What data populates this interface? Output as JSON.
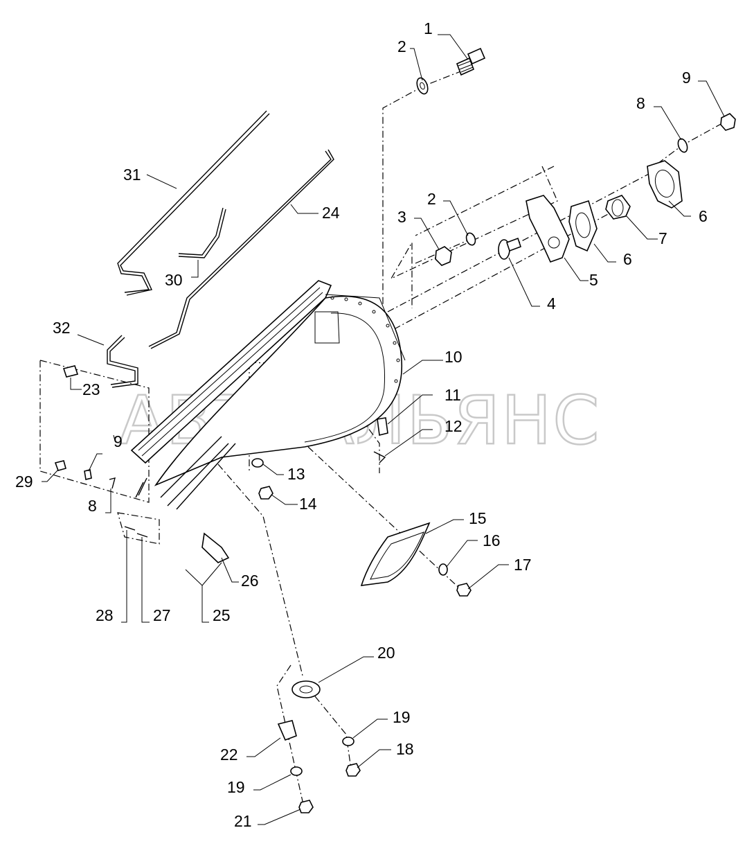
{
  "watermark": "АВТОАЛЬЯНС",
  "callouts": [
    {
      "id": "c1",
      "text": "1"
    },
    {
      "id": "c2a",
      "text": "2"
    },
    {
      "id": "c9a",
      "text": "9"
    },
    {
      "id": "c8a",
      "text": "8"
    },
    {
      "id": "c31",
      "text": "31"
    },
    {
      "id": "c24",
      "text": "24"
    },
    {
      "id": "c2b",
      "text": "2"
    },
    {
      "id": "c3",
      "text": "3"
    },
    {
      "id": "c6a",
      "text": "6"
    },
    {
      "id": "c7",
      "text": "7"
    },
    {
      "id": "c6b",
      "text": "6"
    },
    {
      "id": "c5",
      "text": "5"
    },
    {
      "id": "c30",
      "text": "30"
    },
    {
      "id": "c4",
      "text": "4"
    },
    {
      "id": "c32",
      "text": "32"
    },
    {
      "id": "c10",
      "text": "10"
    },
    {
      "id": "c23",
      "text": "23"
    },
    {
      "id": "c11",
      "text": "11"
    },
    {
      "id": "c12",
      "text": "12"
    },
    {
      "id": "c9b",
      "text": "9"
    },
    {
      "id": "c29",
      "text": "29"
    },
    {
      "id": "c13",
      "text": "13"
    },
    {
      "id": "c8b",
      "text": "8"
    },
    {
      "id": "c14",
      "text": "14"
    },
    {
      "id": "c15",
      "text": "15"
    },
    {
      "id": "c16",
      "text": "16"
    },
    {
      "id": "c17",
      "text": "17"
    },
    {
      "id": "c26",
      "text": "26"
    },
    {
      "id": "c28",
      "text": "28"
    },
    {
      "id": "c27",
      "text": "27"
    },
    {
      "id": "c25",
      "text": "25"
    },
    {
      "id": "c20",
      "text": "20"
    },
    {
      "id": "c19a",
      "text": "19"
    },
    {
      "id": "c18",
      "text": "18"
    },
    {
      "id": "c22",
      "text": "22"
    },
    {
      "id": "c19b",
      "text": "19"
    },
    {
      "id": "c21",
      "text": "21"
    }
  ]
}
